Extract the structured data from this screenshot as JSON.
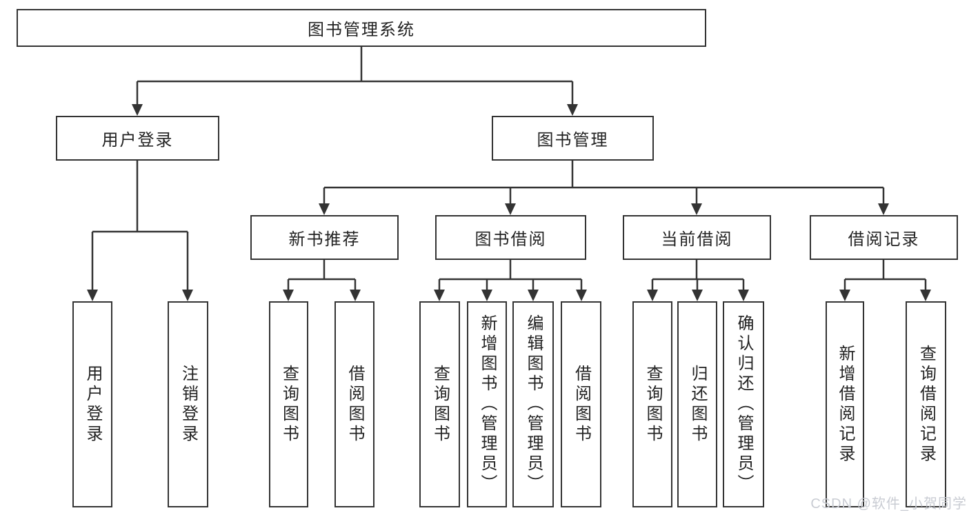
{
  "tree": {
    "label": "图书管理系统",
    "children": [
      {
        "label": "用户登录",
        "children": [
          {
            "label": "用户登录"
          },
          {
            "label": "注销登录"
          }
        ]
      },
      {
        "label": "图书管理",
        "children": [
          {
            "label": "新书推荐",
            "children": [
              {
                "label": "查询图书"
              },
              {
                "label": "借阅图书"
              }
            ]
          },
          {
            "label": "图书借阅",
            "children": [
              {
                "label": "查询图书"
              },
              {
                "label": "新增图书（管理员）"
              },
              {
                "label": "编辑图书（管理员）"
              },
              {
                "label": "借阅图书"
              }
            ]
          },
          {
            "label": "当前借阅",
            "children": [
              {
                "label": "查询图书"
              },
              {
                "label": "归还图书"
              },
              {
                "label": "确认归还（管理员）"
              }
            ]
          },
          {
            "label": "借阅记录",
            "children": [
              {
                "label": "新增借阅记录"
              },
              {
                "label": "查询借阅记录"
              }
            ]
          }
        ]
      }
    ]
  },
  "watermark": "CSDN @软件_小贺同学",
  "colors": {
    "line": "#333333",
    "text": "#222222",
    "watermark": "#c9ccd3",
    "background": "#ffffff"
  }
}
